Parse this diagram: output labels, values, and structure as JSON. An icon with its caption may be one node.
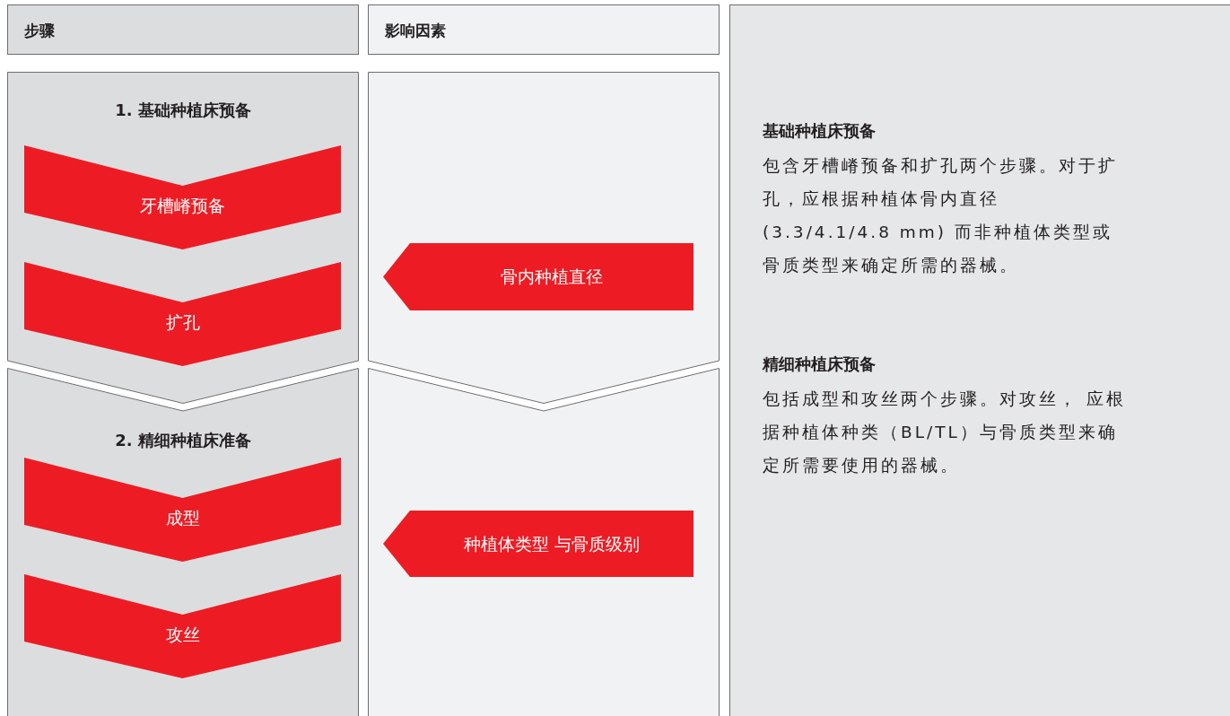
{
  "diagram": {
    "nodes": [
      {
        "text": [
          "步骤"
        ]
      },
      {
        "text": [
          "影响因素"
        ]
      },
      {
        "text": [
          "基础种植床预备",
          "包含牙槽嵴预备和扩孔两个步骤。对于扩孔，应根据种植体骨内直径 (3.3/4.1/4.8 mm) 而非种植体类型或骨质类型来确定所需的器械。",
          "精细种植床预备",
          "包括成型和攻丝两个步骤。对攻丝， 应根据种植体种类（BL/TL）与骨质类型来确定所需要使用的器械。"
        ]
      },
      {
        "text": [
          "1. 基础种植床预备"
        ]
      },
      {
        "text": [
          "牙槽嵴预备"
        ],
        "in": 3
      },
      {
        "text": [
          "扩孔"
        ],
        "in": 3
      },
      {
        "text": [],
        "shape": "box"
      },
      {
        "text": [
          "骨内种植直径"
        ],
        "in": 6
      },
      {
        "text": [
          "2. 精细种植床准备"
        ]
      },
      {
        "text": [
          "成型"
        ],
        "in": 8
      },
      {
        "text": [
          "攻丝"
        ],
        "in": 8
      },
      {
        "text": [],
        "shape": "box"
      },
      {
        "text": [
          "种植体类型 与骨质级别"
        ],
        "in": 11
      }
    ]
  }
}
